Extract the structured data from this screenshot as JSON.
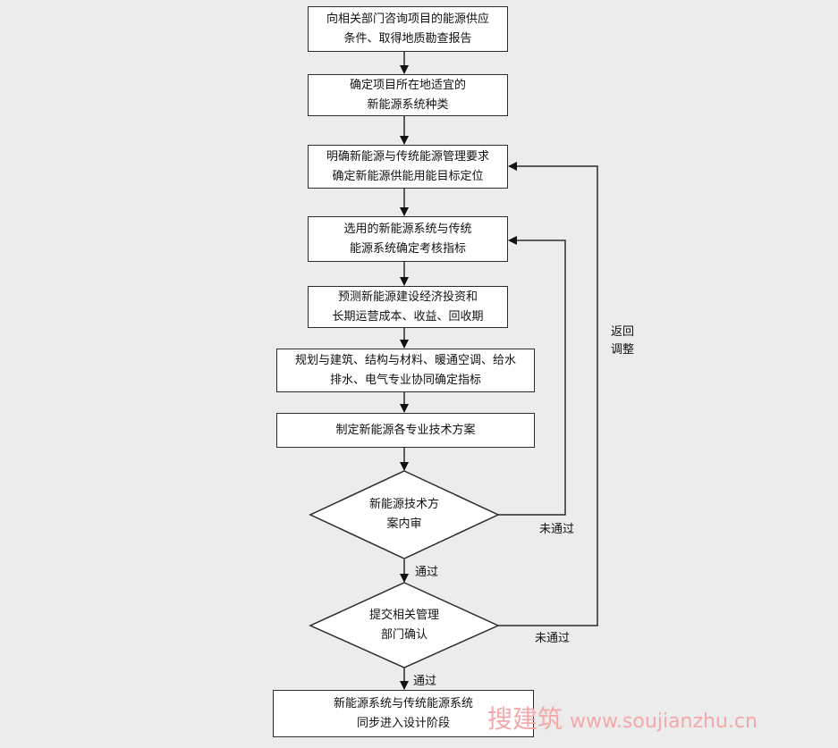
{
  "steps": [
    {
      "line1": "向相关部门咨询项目的能源供应",
      "line2": "条件、取得地质勘查报告"
    },
    {
      "line1": "确定项目所在地适宜的",
      "line2": "新能源系统种类"
    },
    {
      "line1": "明确新能源与传统能源管理要求",
      "line2": "确定新能源供能用能目标定位"
    },
    {
      "line1": "选用的新能源系统与传统",
      "line2": "能源系统确定考核指标"
    },
    {
      "line1": "预测新能源建设经济投资和",
      "line2": "长期运营成本、收益、回收期"
    },
    {
      "line1": "规划与建筑、结构与材料、暖通空调、给水",
      "line2": "排水、电气专业协同确定指标"
    },
    {
      "line1": "制定新能源各专业技术方案"
    }
  ],
  "decisions": [
    {
      "line1": "新能源技术方",
      "line2": "案内审"
    },
    {
      "line1": "提交相关管理",
      "line2": "部门确认"
    }
  ],
  "final_step": {
    "line1": "新能源系统与传统能源系统",
    "line2": "同步进入设计阶段"
  },
  "labels": {
    "pass1": "通过",
    "fail1": "未通过",
    "pass2": "通过",
    "fail2": "未通过",
    "return_line1": "返回",
    "return_line2": "调整"
  },
  "watermark": {
    "text": "搜建筑",
    "url": "www.soujianzhu.cn"
  },
  "colors": {
    "line": "#2b2b2b",
    "background": "#ececec",
    "watermark": "#f4a9a9"
  }
}
